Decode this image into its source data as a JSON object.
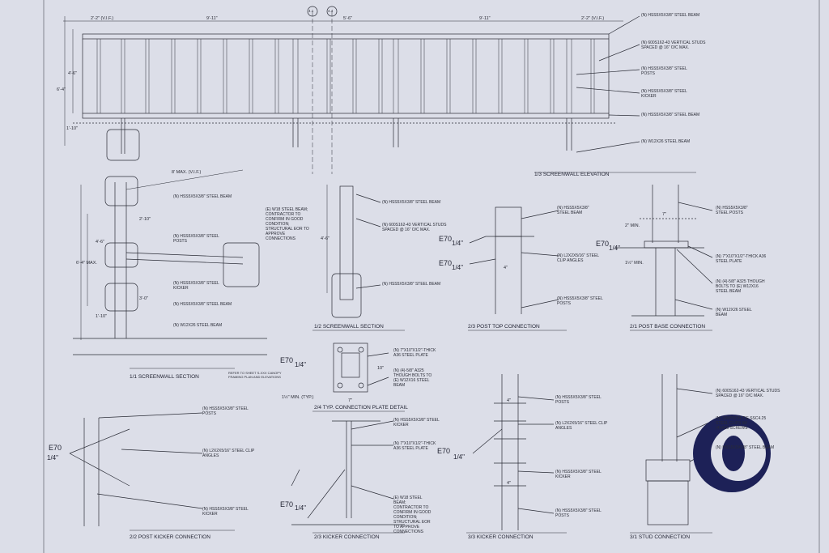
{
  "elevation": {
    "title": "1/3 SCREENWALL ELEVATION",
    "dims_top": [
      "2'-2\" (V.I.F.)",
      "9'-11\"",
      "5'-6\"",
      "9'-11\"",
      "2'-2\" (V.I.F.)"
    ],
    "dims_left": [
      "4'-6\"",
      "6'-4\"",
      "1'-10\""
    ],
    "callouts": [
      "(N) HSS5X5X3/8\" STEEL BEAM",
      "(N) 600S162-43 VERTICAL STUDS\nSPACED @ 16\" O/C MAX.",
      "(N) HSS5X5X3/8\" STEEL\nPOSTS",
      "(N) HSS5X5X3/8\" STEEL\nKICKER",
      "(N) HSS5X5X3/8\" STEEL BEAM",
      "(N) W12X26 STEEL BEAM"
    ],
    "grid_tags": [
      "4.1",
      "4.4"
    ]
  },
  "section1": {
    "title": "1/1 SCREENWALL SECTION",
    "dims": [
      "8' MAX. (V.I.F.)",
      "2'-10\"",
      "4'-6\"",
      "6'-4\" MAX.",
      "3'-0\"",
      "1'-10\""
    ],
    "callouts": [
      "(N) HSS5X5X3/8\" STEEL BEAM",
      "(N) HSS5X5X3/8\" STEEL\nPOSTS",
      "(N) HSS5X5X3/8\" STEEL\nKICKER",
      "(N) HSS5X5X3/8\" STEEL BEAM",
      "(N) W12X26 STEEL BEAM",
      "(E) W18 STEEL BEAM;\nCONTRACTOR TO\nCONFIRM IN GOOD\nCONDITION;\nSTRUCTURAL EOR TO\nAPPROVE\nCONNECTIONS"
    ],
    "note": "REFER TO SHEET S-XXX CANOPY\nFRAMING PLAN AND ELEVATIONS"
  },
  "section2": {
    "title": "1/2 SCREENWALL SECTION",
    "dims": [
      "4'-6\""
    ],
    "callouts": [
      "(N) HSS5X5X3/8\" STEEL BEAM",
      "(N) 600S162-43 VERTICAL STUDS\nSPACED @ 16\" O/C MAX.",
      "(N) HSS5X5X3/8\" STEEL BEAM"
    ]
  },
  "post_top": {
    "title": "2/3 POST TOP CONNECTION",
    "weld": [
      "E70",
      "1/4\"",
      "E70",
      "1/4\""
    ],
    "dims": [
      "4\""
    ],
    "callouts": [
      "(N) HSS5X5X3/8\"\nSTEEL BEAM",
      "(N) L2X2X5/16\" STEEL\nCLIP ANGLES",
      "(N) HSS5X5X3/8\" STEEL\nPOSTS"
    ]
  },
  "post_base": {
    "title": "2/1 POST BASE CONNECTION",
    "weld": [
      "E70",
      "1/4\""
    ],
    "dims": [
      "7\"",
      "2\" MIN.",
      "1½\" MIN."
    ],
    "callouts": [
      "(N) HSS5X5X3/8\"\nSTEEL POSTS",
      "(N) 7\"X10\"X1/2\"-THICK A36\nSTEEL PLATE",
      "(N) (4)-5/8\" A325 THOUGH\nBOLTS TO (E) W12X16\nSTEEL BEAM",
      "(N) W12X26 STEEL\nBEAM"
    ]
  },
  "plate_detail": {
    "title": "2/4 TYP. CONNECTION PLATE DETAIL",
    "weld": [
      "E70",
      "1/4\""
    ],
    "dims": [
      "10\"",
      "1½\" MIN. (TYP.)",
      "7\""
    ],
    "callouts": [
      "(N) 7\"X10\"X1/2\"-THICK\nA36 STEEL PLATE",
      "(N) (4)-5/8\" A325\nTHOUGH BOLTS TO\n(E) W12X16 STEEL\nBEAM"
    ]
  },
  "post_kicker": {
    "title": "2/2 POST KICKER CONNECTION",
    "weld": [
      "E70",
      "1/4\""
    ],
    "callouts": [
      "(N) HSS5X5X3/8\" STEEL\nPOSTS",
      "(N) L2X2X5/16\" STEEL CLIP\nANGLES",
      "(N) HSS5X5X3/8\" STEEL\nKICKER"
    ]
  },
  "kicker_conn": {
    "title": "2/3 KICKER CONNECTION",
    "weld": [
      "E70",
      "1/4\""
    ],
    "callouts": [
      "(N) HSS5X5X3/8\" STEEL\nKICKER",
      "(N) 7\"X10\"X1/2\"-THICK\nA36 STEEL PLATE",
      "(E) W18 STEEL\nBEAM;\nCONTRACTOR TO\nCONFIRM IN GOOD\nCONDITION;\nSTRUCTURAL EOR\nTO APPROVE\nCONNECTIONS"
    ]
  },
  "kicker_conn2": {
    "title": "3/3 KICKER CONNECTION",
    "weld": [
      "E70",
      "1/4\""
    ],
    "dims": [
      "4\"",
      "4\""
    ],
    "callouts": [
      "(N) HSS5X5X3/8\" STEEL\nPOSTS",
      "(N) L2X2X5/16\" STEEL CLIP\nANGLES",
      "(N) HSS5X5X3/8\" STEEL\nKICKER",
      "(N) HSS5X5X3/8\" STEEL\nPOSTS"
    ]
  },
  "stud_conn": {
    "title": "3/1 STUD CONNECTION",
    "callouts": [
      "(N) 600S162-43 VERTICAL STUDS\nSPACED @ 16\" O/C MAX.",
      "(N) SIMPSON-TIE SSC4.25\nSTEEL CLIPS W/\n(4)-#15 SCREWS",
      "(N) HSS5X5X3/8\" STEEL BEAM"
    ]
  },
  "colors": {
    "ink": "#2a2c36",
    "paper": "#dcdee8",
    "logo": "#1d2157"
  },
  "logo_icon": "circle-logo-icon"
}
